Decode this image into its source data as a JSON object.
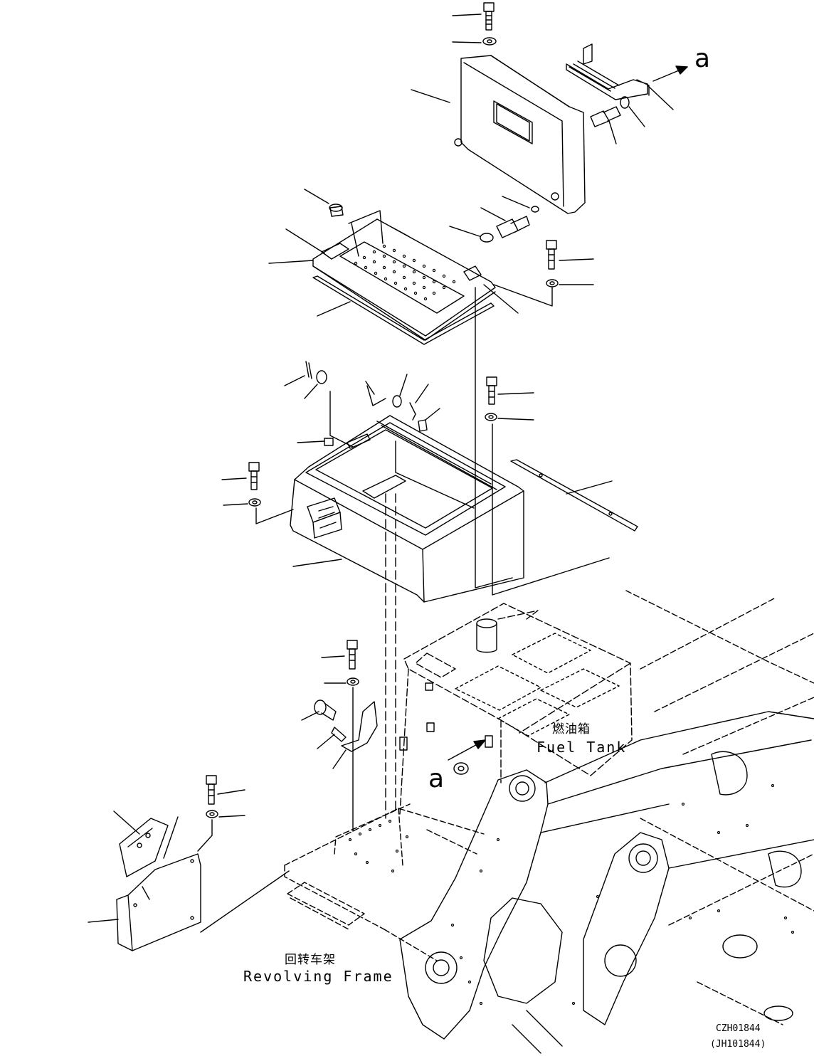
{
  "labels": {
    "fuel_tank_cn": "燃油箱",
    "fuel_tank_en": "Fuel Tank",
    "frame_cn": "回转车架",
    "frame_en": "Revolving Frame",
    "ref_a_top": "a",
    "ref_a_mid": "a"
  },
  "codes": {
    "primary": "CZH01844",
    "secondary": "(JH101844)"
  }
}
